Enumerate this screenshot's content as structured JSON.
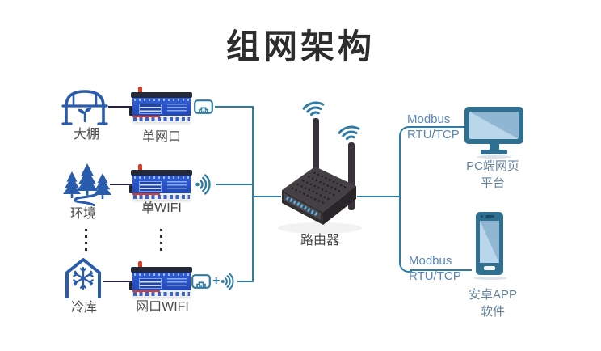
{
  "title": "组网架构",
  "sensors": [
    {
      "label": "大棚"
    },
    {
      "label": "环境"
    },
    {
      "label": "冷库"
    }
  ],
  "devices": [
    {
      "label": "单网口"
    },
    {
      "label": "单WIFI"
    },
    {
      "label": "网口WIFI",
      "plus": "+"
    }
  ],
  "router": {
    "label": "路由器"
  },
  "protocols": {
    "pc": {
      "line1": "Modbus",
      "line2": "RTU/TCP"
    },
    "app": {
      "line1": "Modbus",
      "line2": "RTU/TCP"
    }
  },
  "clients": {
    "pc": {
      "line1": "PC端网页",
      "line2": "平台"
    },
    "app": {
      "line1": "安卓APP",
      "line2": "软件"
    }
  },
  "colors": {
    "line_teal": "#2e7ca3",
    "connector_navy": "#23204f",
    "icon_blue": "#2a5cad",
    "device_blue": "#2a52c4",
    "device_red": "#e0391f",
    "router_dark": "#38333a",
    "client_teal": "#2f6f90",
    "screen_light": "#bad6ea",
    "modbus_text": "#5886b8",
    "right_label": "#64819b",
    "left_label": "#4a4a4a",
    "title_color": "#2d2d2d"
  }
}
